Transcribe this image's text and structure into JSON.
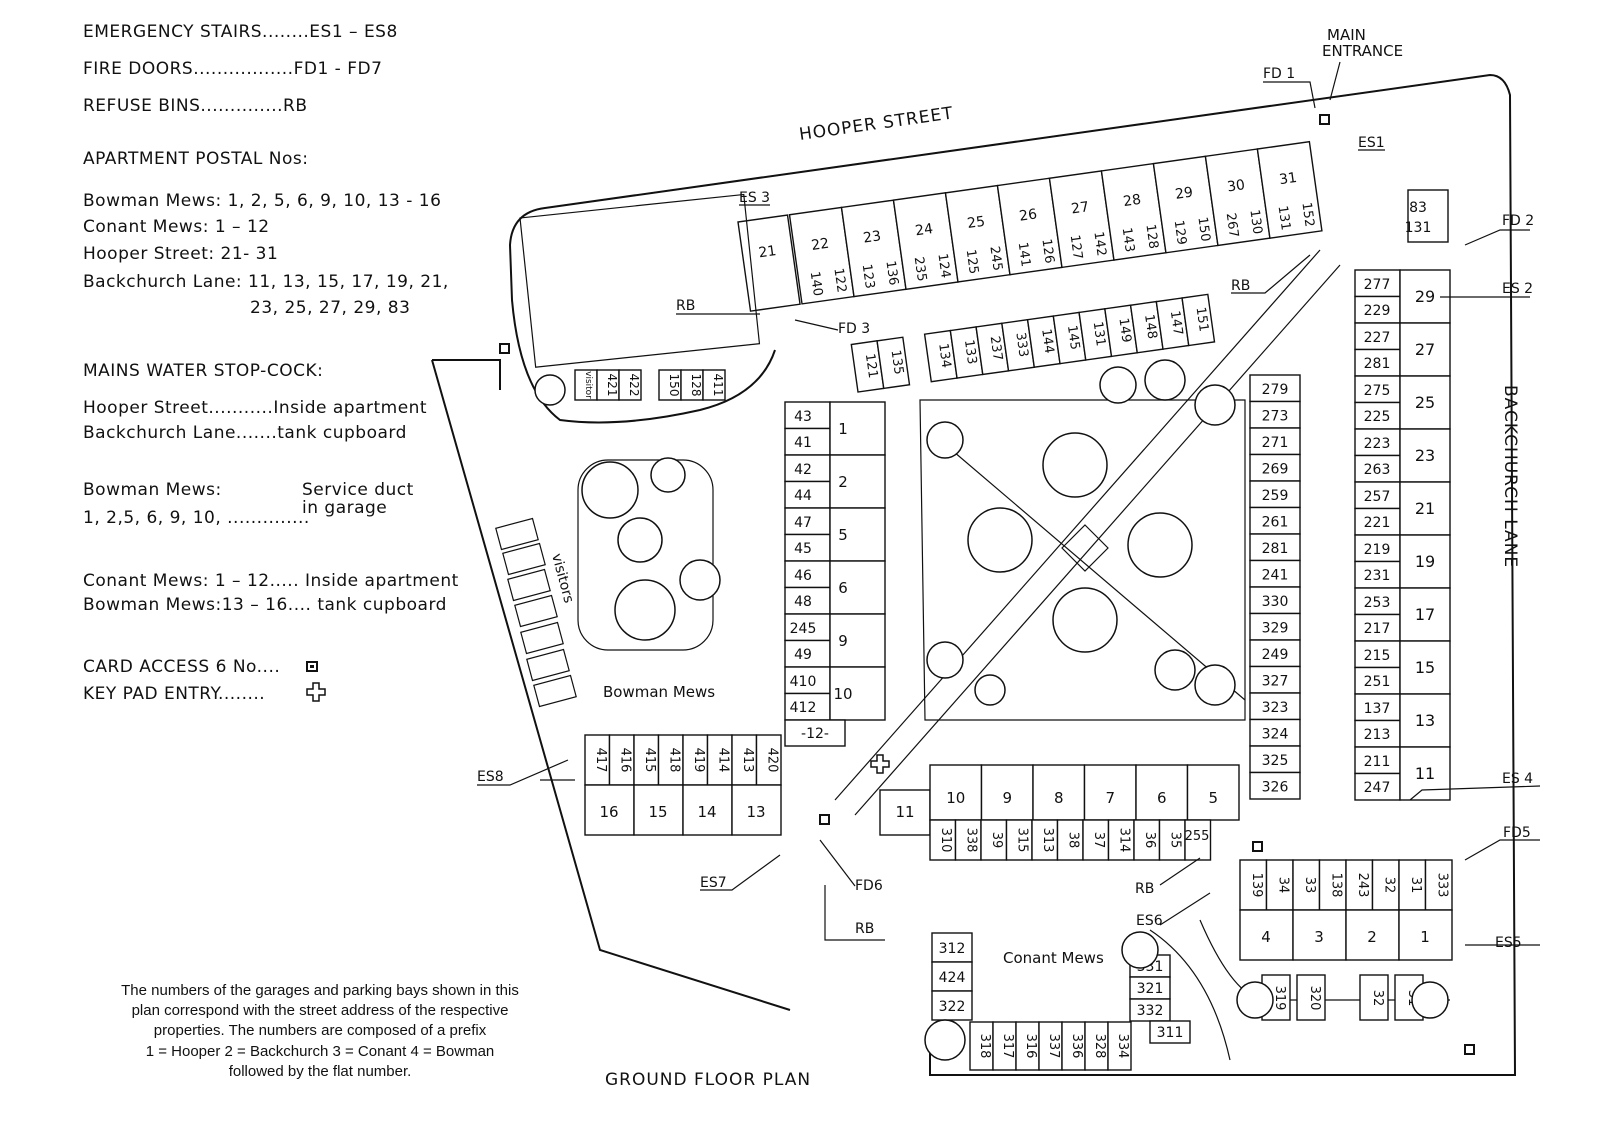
{
  "legend": {
    "emergency_stairs": "EMERGENCY  STAIRS........ES1 – ES8",
    "fire_doors": "FIRE  DOORS.................FD1 - FD7",
    "refuse_bins": "REFUSE  BINS..............RB",
    "postal_heading": "APARTMENT  POSTAL  Nos:",
    "postal_bowman": "Bowman Mews:  1, 2, 5, 6, 9, 10, 13  -  16",
    "postal_conant": "Conant Mews:  1 – 12",
    "postal_hooper": "Hooper  Street: 21- 31",
    "postal_backchurch_1": "Backchurch  Lane:  11, 13, 15, 17, 19,  21,",
    "postal_backchurch_2": "23,  25,  27,  29, 83",
    "water_heading": "MAINS  WATER  STOP-COCK:",
    "water_hooper": "Hooper  Street...........Inside apartment",
    "water_backchurch": "Backchurch  Lane.......tank cupboard",
    "water_bowman_1": "Bowman  Mews:",
    "water_bowman_1b": "Service  duct",
    "water_bowman_2": "1, 2,5, 6, 9, 10, ..............",
    "water_bowman_2b": "in  garage",
    "water_conant": "Conant  Mews: 1 – 12.....  Inside apartment",
    "water_bowman_3": "Bowman  Mews:13 – 16....  tank cupboard",
    "card_access": "CARD  ACCESS  6 No....",
    "key_pad": "KEY  PAD  ENTRY........"
  },
  "note": {
    "line1": "The numbers of the garages and parking bays shown in this",
    "line2": "plan correspond with the street address of the respective",
    "line3": "properties. The numbers are composed of a prefix",
    "line4": "1 = Hooper   2 = Backchurch   3 = Conant   4 = Bowman",
    "line5": "followed by the flat number."
  },
  "titles": {
    "plan_title": "GROUND  FLOOR  PLAN",
    "hooper_street": "HOOPER    STREET",
    "backchurch_lane": "BACKCHURCH    LANE",
    "main_entrance_1": "MAIN",
    "main_entrance_2": "ENTRANCE",
    "bowman_mews": "Bowman Mews",
    "conant_mews": "Conant Mews",
    "visitors": "visitors"
  },
  "markers": {
    "fd1": "FD 1",
    "fd2": "FD 2",
    "fd3": "FD 3",
    "fd5": "FD5",
    "fd6": "FD6",
    "es1": "ES1",
    "es2": "ES 2",
    "es3": "ES 3",
    "es4": "ES 4",
    "es5": "ES5",
    "es6": "ES6",
    "es7": "ES7",
    "es8": "ES8",
    "rb_a": "RB",
    "rb_b": "RB",
    "rb_c": "RB",
    "rb_d": "RB"
  },
  "hooper": {
    "flats": [
      "22",
      "23",
      "24",
      "25",
      "26",
      "27",
      "28",
      "29",
      "30",
      "31"
    ],
    "first_flat": "21",
    "garages": [
      "140",
      "122",
      "123",
      "136",
      "235",
      "124",
      "125",
      "245",
      "141",
      "126",
      "127",
      "142",
      "143",
      "128",
      "129",
      "150",
      "267",
      "130",
      "131",
      "152"
    ]
  },
  "backchurch": {
    "flats": [
      "29",
      "27",
      "25",
      "23",
      "21",
      "19",
      "17",
      "15",
      "13",
      "11"
    ],
    "garages": [
      "277",
      "229",
      "227",
      "281",
      "275",
      "225",
      "223",
      "263",
      "257",
      "221",
      "219",
      "231",
      "253",
      "217",
      "215",
      "251",
      "137",
      "213",
      "211",
      "247"
    ],
    "top_flat": "83",
    "top_garage": "131"
  },
  "inner_col": [
    "279",
    "273",
    "271",
    "269",
    "259",
    "261",
    "281",
    "241",
    "330",
    "329",
    "249",
    "327",
    "323",
    "324",
    "325",
    "326"
  ],
  "north_row": [
    "121",
    "135",
    "134",
    "133",
    "237",
    "333",
    "144",
    "145",
    "131",
    "149",
    "148",
    "147",
    "151"
  ],
  "bowman_east": {
    "flats": [
      "1",
      "2",
      "5",
      "6",
      "9",
      "10"
    ],
    "garages": [
      "43",
      "41",
      "42",
      "44",
      "47",
      "45",
      "46",
      "48",
      "245",
      "49",
      "410",
      "412"
    ],
    "small": "-12-"
  },
  "bowman_south": {
    "flats": [
      "16",
      "15",
      "14",
      "13"
    ],
    "garages": [
      "417",
      "416",
      "415",
      "418",
      "419",
      "414",
      "413",
      "420"
    ]
  },
  "bowman_north": [
    "visitor",
    "421",
    "422",
    "150",
    "128",
    "411"
  ],
  "conant_north": {
    "flats": [
      "10",
      "9",
      "8",
      "7",
      "6",
      "5"
    ],
    "garages": [
      "310",
      "338",
      "39",
      "315",
      "313",
      "38",
      "37",
      "314",
      "36",
      "35",
      "255"
    ],
    "flat11": "11"
  },
  "conant_south": {
    "flats": [
      "4",
      "3",
      "2",
      "1"
    ],
    "garages": [
      "139",
      "34",
      "33",
      "138",
      "243",
      "32",
      "31",
      "333"
    ]
  },
  "conant_west": [
    "312",
    "424",
    "322"
  ],
  "conant_bottom": [
    "318",
    "317",
    "316",
    "337",
    "336",
    "328",
    "334"
  ],
  "conant_mid": [
    "331",
    "321",
    "332",
    "311"
  ],
  "conant_bays": [
    "319",
    "320",
    "32",
    "31"
  ]
}
